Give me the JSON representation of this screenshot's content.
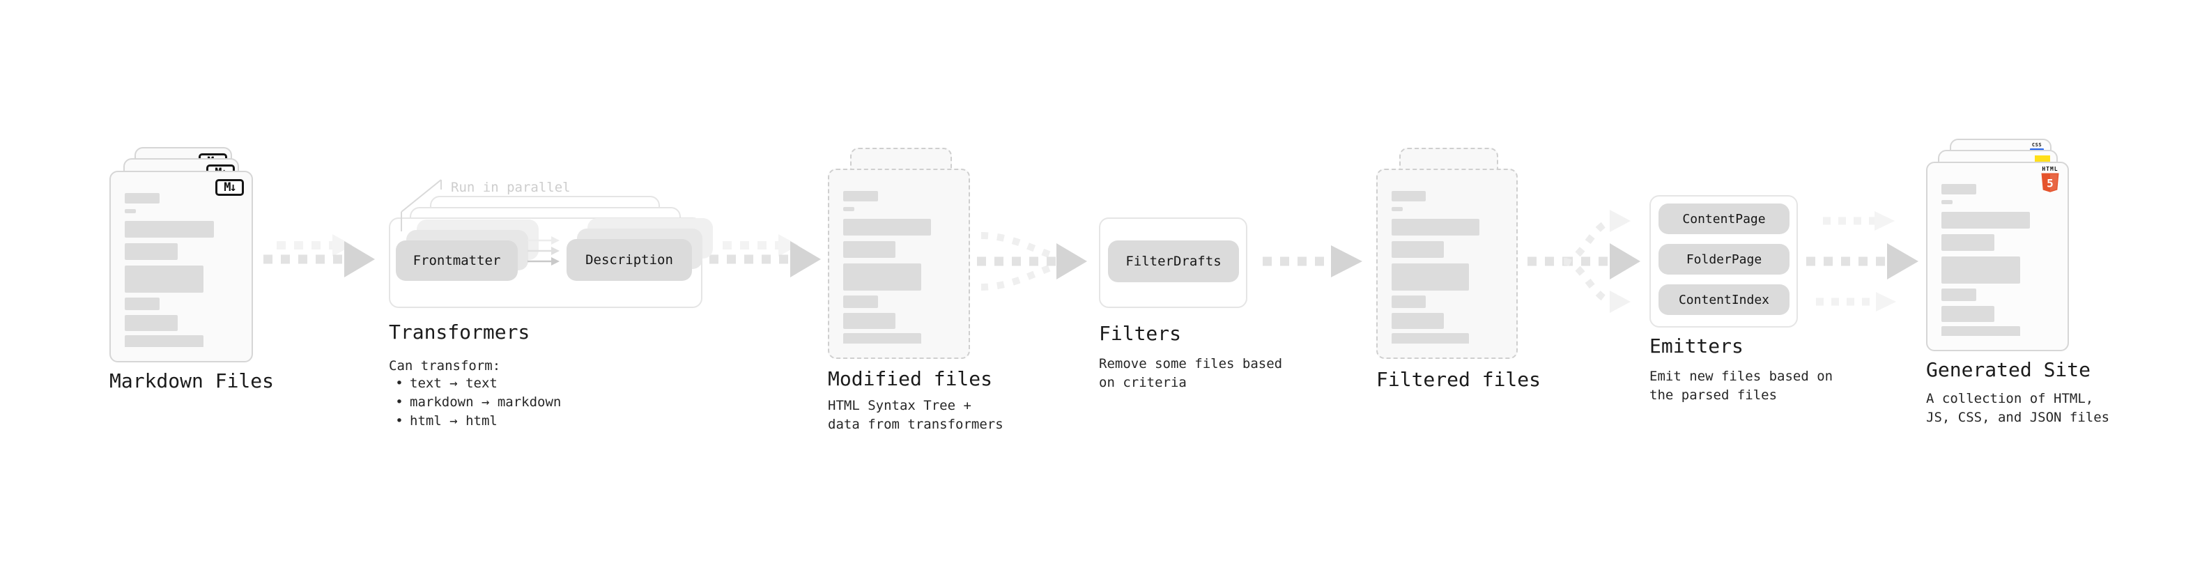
{
  "sections": {
    "markdown_files": {
      "label": "Markdown Files",
      "icon_label": "M↓"
    },
    "transformers": {
      "callout": "Run in parallel",
      "input_pill": "Frontmatter",
      "output_pill": "Description",
      "label": "Transformers",
      "description_title": "Can transform:",
      "bullet_glyph": "•",
      "transforms": [
        "text → text",
        "markdown → markdown",
        "html → html"
      ]
    },
    "modified_files": {
      "label": "Modified files",
      "description": "HTML Syntax Tree +\ndata from transformers"
    },
    "filters": {
      "label": "Filters",
      "pill": "FilterDrafts",
      "description": "Remove some files based\non criteria"
    },
    "filtered_files": {
      "label": "Filtered files"
    },
    "emitters": {
      "label": "Emitters",
      "pills": [
        "ContentPage",
        "FolderPage",
        "ContentIndex"
      ],
      "description": "Emit new files based on\nthe parsed files"
    },
    "generated_site": {
      "label": "Generated Site",
      "description": "A collection of HTML,\nJS, CSS, and JSON files",
      "html_badge_top": "HTML",
      "html_badge_number": "5",
      "css_badge": "CSS"
    }
  },
  "colors": {
    "html5_orange": "#e5532c",
    "js_yellow": "#ffdf1b",
    "css_blue": "#2563eb"
  }
}
